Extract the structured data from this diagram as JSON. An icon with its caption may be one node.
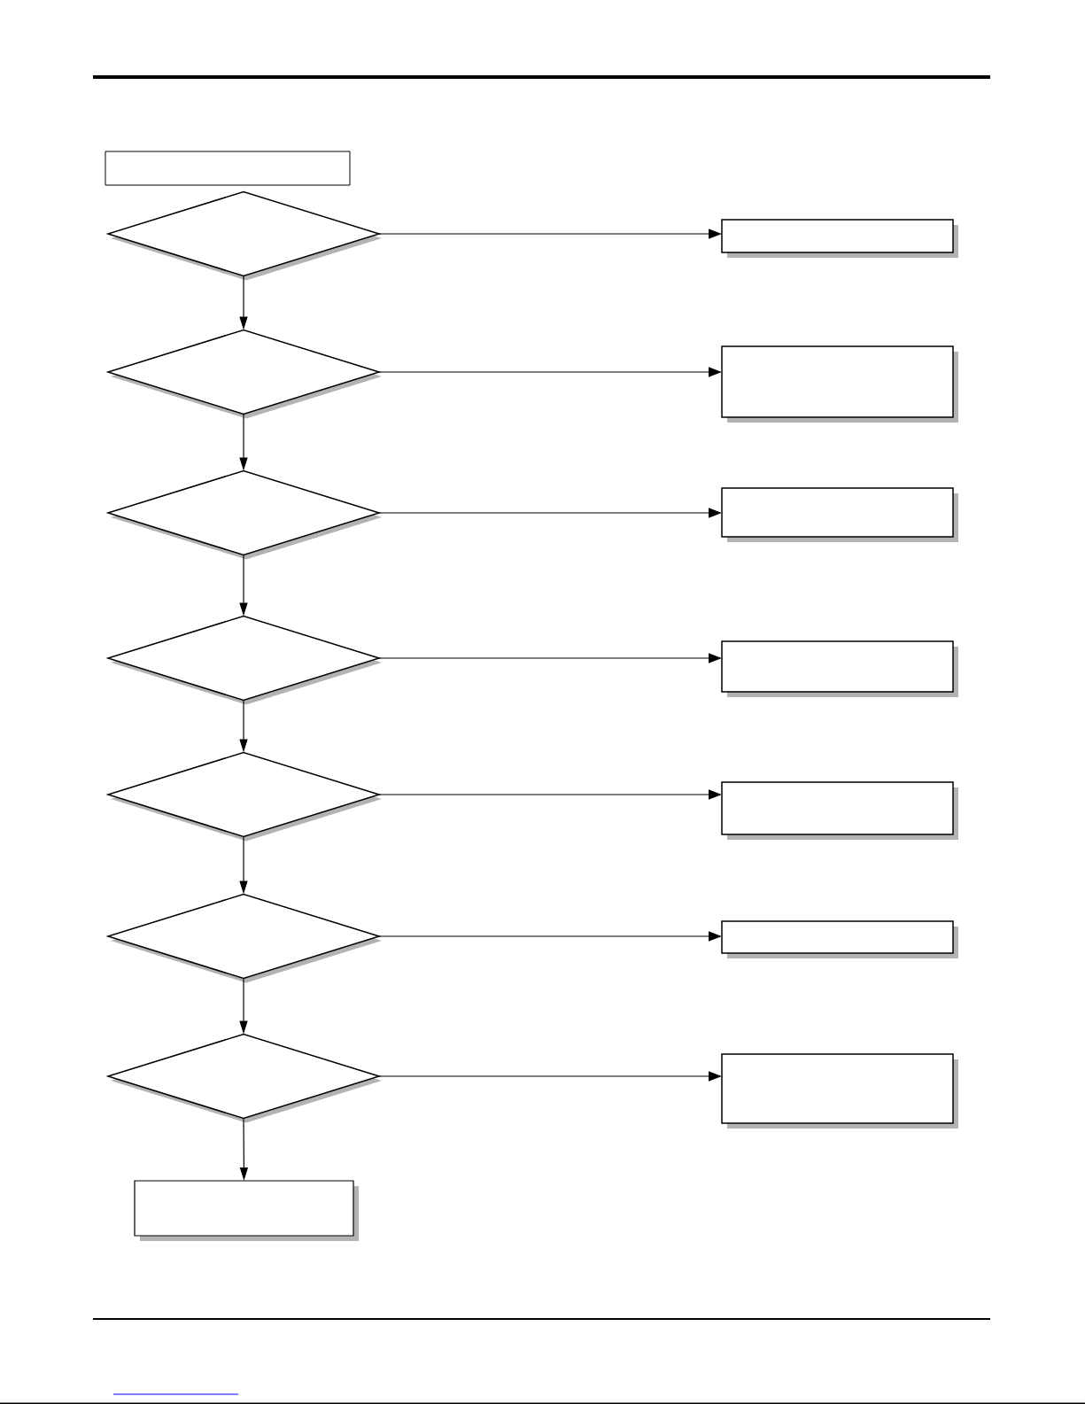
{
  "diagram": {
    "nodes": [
      {
        "text": [],
        "shape": "box"
      },
      {
        "text": [],
        "shape": "diamond"
      },
      {
        "text": [],
        "shape": "box"
      },
      {
        "text": [],
        "shape": "diamond"
      },
      {
        "text": [],
        "shape": "box"
      },
      {
        "text": [],
        "shape": "diamond"
      },
      {
        "text": [],
        "shape": "box"
      },
      {
        "text": [],
        "shape": "diamond"
      },
      {
        "text": [],
        "shape": "box"
      },
      {
        "text": [],
        "shape": "diamond"
      },
      {
        "text": [],
        "shape": "box"
      },
      {
        "text": [],
        "shape": "diamond"
      },
      {
        "text": [],
        "shape": "box"
      },
      {
        "text": [],
        "shape": "diamond"
      },
      {
        "text": [],
        "shape": "box"
      },
      {
        "text": [],
        "shape": "box"
      }
    ],
    "edges": [
      {
        "from": 1,
        "to": 2,
        "arrow": "to"
      },
      {
        "from": 1,
        "to": 3,
        "arrow": "to"
      },
      {
        "from": 3,
        "to": 4,
        "arrow": "to"
      },
      {
        "from": 3,
        "to": 5,
        "arrow": "to"
      },
      {
        "from": 5,
        "to": 6,
        "arrow": "to"
      },
      {
        "from": 5,
        "to": 7,
        "arrow": "to"
      },
      {
        "from": 7,
        "to": 8,
        "arrow": "to"
      },
      {
        "from": 7,
        "to": 9,
        "arrow": "to"
      },
      {
        "from": 9,
        "to": 10,
        "arrow": "to"
      },
      {
        "from": 9,
        "to": 11,
        "arrow": "to"
      },
      {
        "from": 11,
        "to": 12,
        "arrow": "to"
      },
      {
        "from": 11,
        "to": 13,
        "arrow": "to"
      },
      {
        "from": 13,
        "to": 14,
        "arrow": "to"
      },
      {
        "from": 13,
        "to": 15,
        "arrow": "to"
      }
    ]
  }
}
